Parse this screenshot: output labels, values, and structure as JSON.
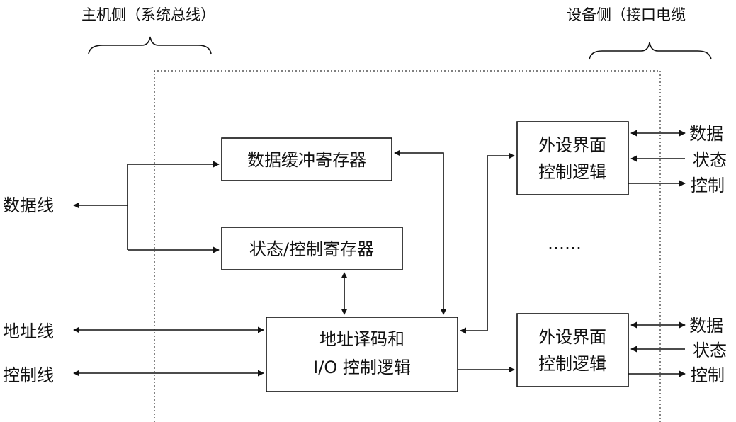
{
  "headers": {
    "host_side": "主机侧（系统总线）",
    "device_side": "设备侧（接口电缆"
  },
  "boxes": {
    "data_buffer": "数据缓冲寄存器",
    "status_control": "状态/控制寄存器",
    "decoder_line1": "地址译码和",
    "decoder_line2": "I/O 控制逻辑",
    "peripheral_top_line1": "外设界面",
    "peripheral_top_line2": "控制逻辑",
    "peripheral_bottom_line1": "外设界面",
    "peripheral_bottom_line2": "控制逻辑"
  },
  "bus_lines": {
    "data": "数据线",
    "address": "地址线",
    "control": "控制线"
  },
  "device_signals_top": {
    "data": "数据",
    "status": "状态",
    "control": "控制"
  },
  "device_signals_bottom": {
    "data": "数据",
    "status": "状态",
    "control": "控制"
  },
  "ellipsis": "……"
}
